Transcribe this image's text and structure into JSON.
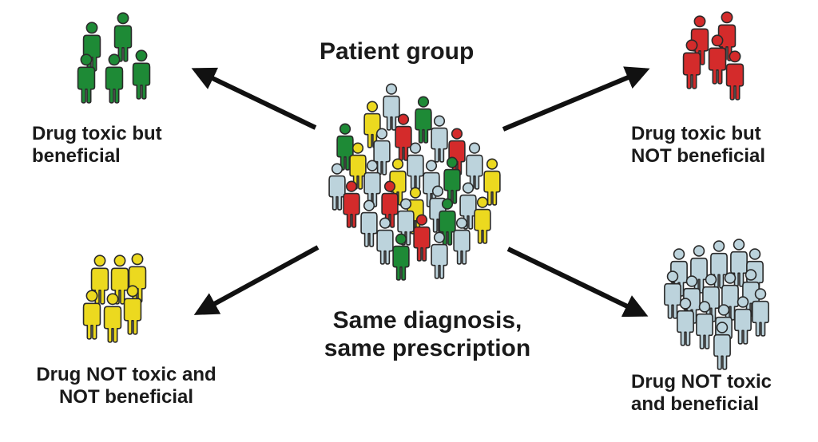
{
  "center": {
    "title": "Patient group",
    "subtitle_line1": "Same diagnosis,",
    "subtitle_line2": "same prescription"
  },
  "groups": [
    {
      "id": "top-left",
      "line1": "Drug toxic but",
      "line2": "beneficial",
      "color": "#1e8a36"
    },
    {
      "id": "top-right",
      "line1": "Drug toxic but",
      "line2": "NOT beneficial",
      "color": "#d42b2b"
    },
    {
      "id": "bottom-left",
      "line1": "Drug NOT toxic and",
      "line2": "NOT beneficial",
      "color": "#ecd91f"
    },
    {
      "id": "bottom-right",
      "line1": "Drug NOT toxic",
      "line2": "and beneficial",
      "color": "#bcd3dc"
    }
  ],
  "outline_color": "#2a2a2a",
  "arrow_color": "#111111"
}
